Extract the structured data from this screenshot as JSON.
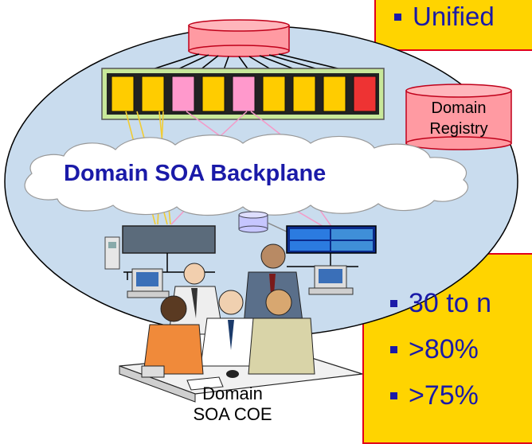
{
  "top_bullet": {
    "text": "Unified"
  },
  "registry": {
    "line1": "Domain",
    "line2": "Registry"
  },
  "backplane": {
    "label": "Domain SOA Backplane"
  },
  "coe": {
    "line1": "Domain",
    "line2": "SOA COE"
  },
  "bottom_bullets": [
    {
      "text": "30 to n"
    },
    {
      "text": ">80%"
    },
    {
      "text": ">75%"
    }
  ],
  "colors": {
    "bullet_text": "#1a1aa8",
    "box_fill": "#ffd400",
    "box_border": "#e2001a",
    "ellipse_fill": "#c9dcee",
    "services": [
      "#ffcc00",
      "#ffcc00",
      "#ff99cc",
      "#ffcc00",
      "#ff99cc",
      "#ffcc00",
      "#ffcc00",
      "#ffcc00",
      "#ee3333"
    ]
  }
}
